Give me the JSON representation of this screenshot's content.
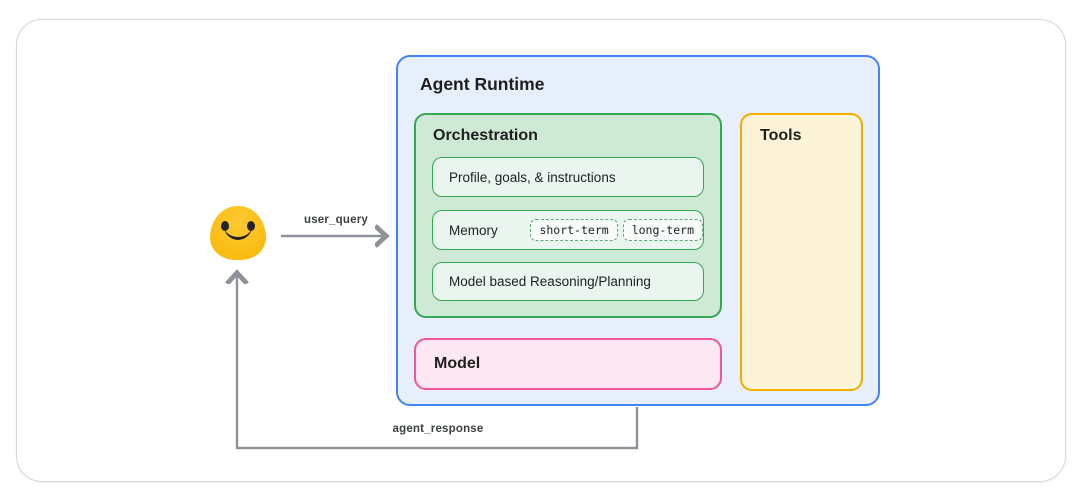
{
  "user": {
    "icon": "smiley-face-emoji"
  },
  "flows": {
    "user_query_label": "user_query",
    "agent_response_label": "agent_response"
  },
  "agent_runtime": {
    "title": "Agent Runtime",
    "orchestration": {
      "title": "Orchestration",
      "items": {
        "profile": "Profile, goals, & instructions",
        "memory_label": "Memory",
        "memory_chips": [
          "short-term",
          "long-term"
        ],
        "reasoning": "Model based Reasoning/Planning"
      }
    },
    "model": {
      "title": "Model"
    },
    "tools": {
      "title": "Tools"
    }
  },
  "theme": {
    "runtime_border": "#4285f4",
    "runtime_fill": "#e7eefc",
    "orchestration_border": "#34a853",
    "orchestration_fill": "#cfe9d7",
    "item_border": "#34a853",
    "item_fill": "#e9f5ee",
    "chip_border": "#58ab72",
    "chip_fill": "#f7fcf8",
    "model_border": "#f0559f",
    "model_fill": "#fce8f3",
    "tools_border": "#f5ab00",
    "tools_fill": "#fdf3d6",
    "arrow": "#8e9298",
    "smiley": "#fbbd15",
    "text": "#1f1f1f",
    "outer_border": "#d6d6d6"
  }
}
